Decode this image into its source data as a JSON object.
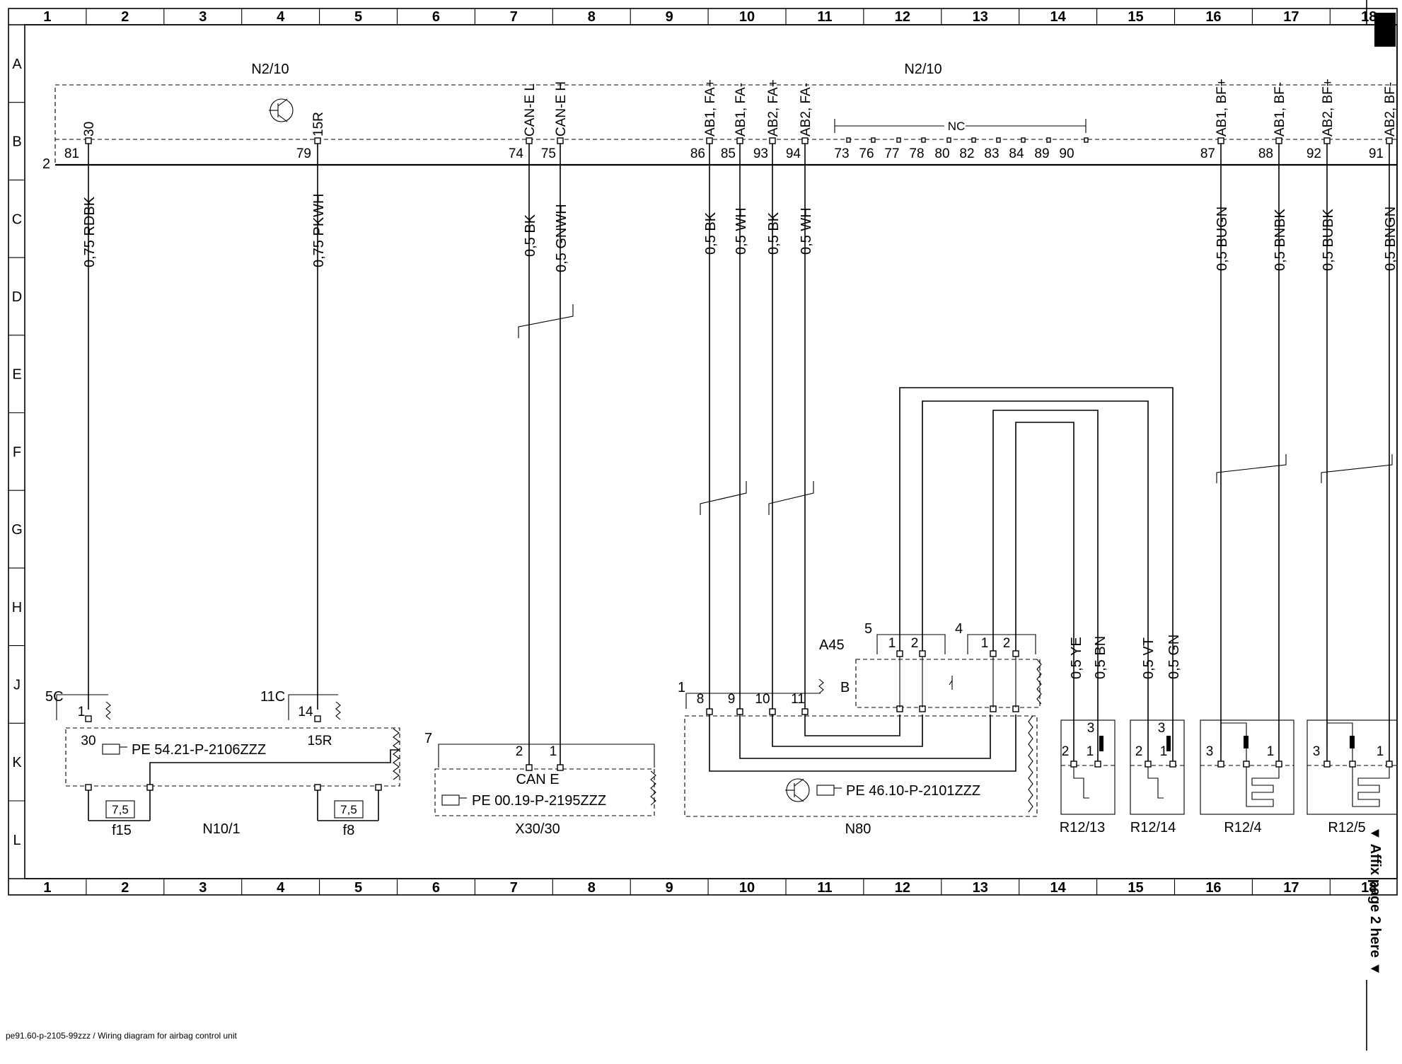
{
  "columns": [
    "1",
    "2",
    "3",
    "4",
    "5",
    "6",
    "7",
    "8",
    "9",
    "10",
    "11",
    "12",
    "13",
    "14",
    "15",
    "16",
    "17",
    "18"
  ],
  "rows": [
    "A",
    "B",
    "C",
    "D",
    "E",
    "F",
    "G",
    "H",
    "J",
    "K",
    "L"
  ],
  "control_unit": {
    "label_left": "N2/10",
    "label_right": "N2/10",
    "connector": "2",
    "nc_label": "NC",
    "nc_pins": [
      "73",
      "76",
      "77",
      "78",
      "80",
      "82",
      "83",
      "84",
      "89",
      "90"
    ]
  },
  "wires": [
    {
      "pin": "81",
      "signal": "30",
      "cable": "0,75 RDBK"
    },
    {
      "pin": "79",
      "signal": "15R",
      "cable": "0,75 PKWH"
    },
    {
      "pin": "74",
      "signal": "CAN-E L",
      "cable": "0,5 BK"
    },
    {
      "pin": "75",
      "signal": "CAN-E H",
      "cable": "0,5 GNWH"
    },
    {
      "pin": "86",
      "signal": "AB1, FA+",
      "cable": "0,5 BK"
    },
    {
      "pin": "85",
      "signal": "AB1, FA-",
      "cable": "0,5 WH"
    },
    {
      "pin": "93",
      "signal": "AB2, FA+",
      "cable": "0,5 BK"
    },
    {
      "pin": "94",
      "signal": "AB2, FA-",
      "cable": "0,5 WH"
    },
    {
      "pin": "87",
      "signal": "AB1, BF+",
      "cable": "0,5 BUGN"
    },
    {
      "pin": "88",
      "signal": "AB1, BF-",
      "cable": "0,5 BNBK"
    },
    {
      "pin": "92",
      "signal": "AB2, BF+",
      "cable": "0,5 BUBK"
    },
    {
      "pin": "91",
      "signal": "AB2, BF-",
      "cable": "0,5 BNGN"
    }
  ],
  "fuse_box": {
    "id": "N10/1",
    "ref": "PE 54.21-P-2106ZZZ",
    "c1": "5C",
    "c1_pin": "1",
    "c1_label": "30",
    "c2": "11C",
    "c2_pin": "14",
    "c2_label": "15R",
    "fuse1": "f15",
    "fuse1_value": "7,5",
    "fuse2": "f8",
    "fuse2_value": "7,5"
  },
  "can": {
    "id": "X30/30",
    "connector": "7",
    "pins": [
      "2",
      "1"
    ],
    "name": "CAN E",
    "ref": "PE 00.19-P-2195ZZZ"
  },
  "n80": {
    "id": "N80",
    "connector": "1",
    "pins": [
      "8",
      "9",
      "10",
      "11"
    ],
    "ref": "PE 46.10-P-2101ZZZ",
    "a45": "A45",
    "b_label": "B",
    "conn5": "5",
    "conn4": "4",
    "conn_pins": [
      "1",
      "2"
    ]
  },
  "contact_wires": [
    "0,5 YE",
    "0,5 BN",
    "0,5 VT",
    "0,5 GN"
  ],
  "resistors": [
    {
      "id": "R12/13",
      "pins": [
        "2",
        "3",
        "1"
      ]
    },
    {
      "id": "R12/14",
      "pins": [
        "2",
        "3",
        "1"
      ]
    },
    {
      "id": "R12/4",
      "pins": [
        "3",
        "1"
      ]
    },
    {
      "id": "R12/5",
      "pins": [
        "3",
        "1"
      ]
    }
  ],
  "affix": "▼ Affix page 2 here ▼",
  "footer": "pe91.60-p-2105-99zzz / Wiring diagram for airbag control unit"
}
